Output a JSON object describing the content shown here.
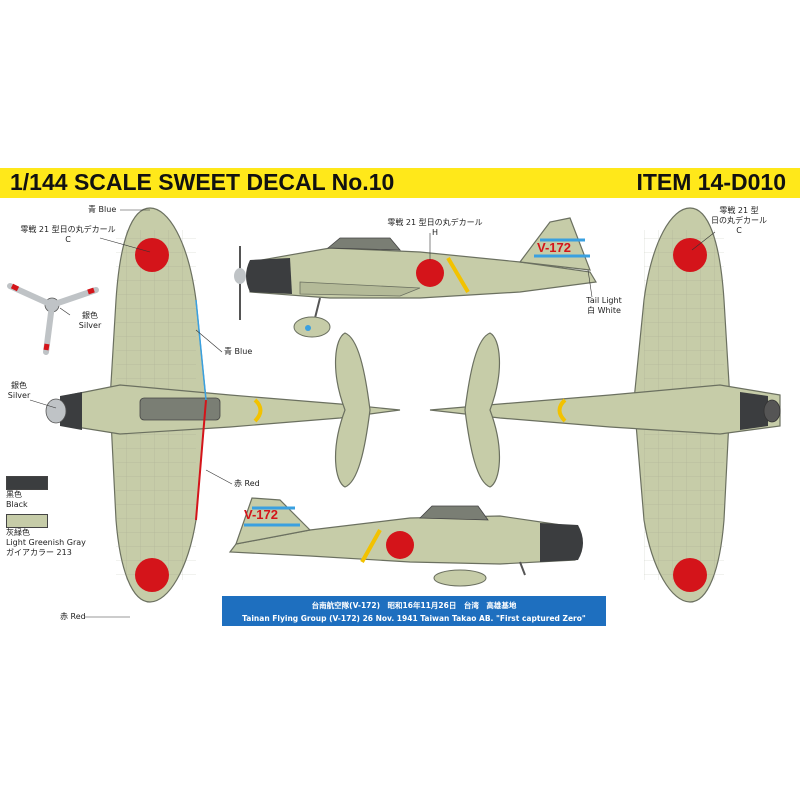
{
  "banner": {
    "title": "1/144 SCALE SWEET DECAL No.10",
    "item": "ITEM 14-D010"
  },
  "colors": {
    "banner_yellow": "#ffe81a",
    "airframe_gray_green": "#c6cca8",
    "panel_line": "#6b7060",
    "hinomaru_red": "#d4141a",
    "cowling_black": "#3b3d3f",
    "tail_blue": "#3aa0e0",
    "fuselage_yellow": "#f2c200",
    "caption_blue": "#1e6fbf"
  },
  "labels": {
    "blue_top": "青 Blue",
    "decal_c_left_jp": "零戦 21 型日の丸デカール",
    "decal_c_left_code": "C",
    "silver_prop_jp": "銀色",
    "silver_prop_en": "Silver",
    "blue_mid": "青 Blue",
    "silver_spinner_jp": "銀色",
    "silver_spinner_en": "Silver",
    "decal_h_jp": "零戦 21 型日の丸デカール",
    "decal_h_code": "H",
    "tail_light_en": "Tail Light",
    "tail_light_jp": "白 White",
    "decal_c_right_line1": "零戦 21 型",
    "decal_c_right_line2": "日の丸デカール",
    "decal_c_right_code": "C",
    "red_mid": "赤 Red",
    "red_bottom": "赤 Red",
    "tail_code": "V-172"
  },
  "legend": [
    {
      "jp": "黒色",
      "en": "Black",
      "color": "#3b3d3f"
    },
    {
      "jp": "灰緑色",
      "en": "Light Greenish Gray",
      "extra": "ガイアカラー 213",
      "color": "#c6cca8"
    }
  ],
  "caption": {
    "line1": "台南航空隊(V-172)　昭和16年11月26日　台湾　高雄基地",
    "line2": "Tainan Flying Group (V-172) 26 Nov. 1941 Taiwan Takao AB. \"First captured Zero\""
  }
}
